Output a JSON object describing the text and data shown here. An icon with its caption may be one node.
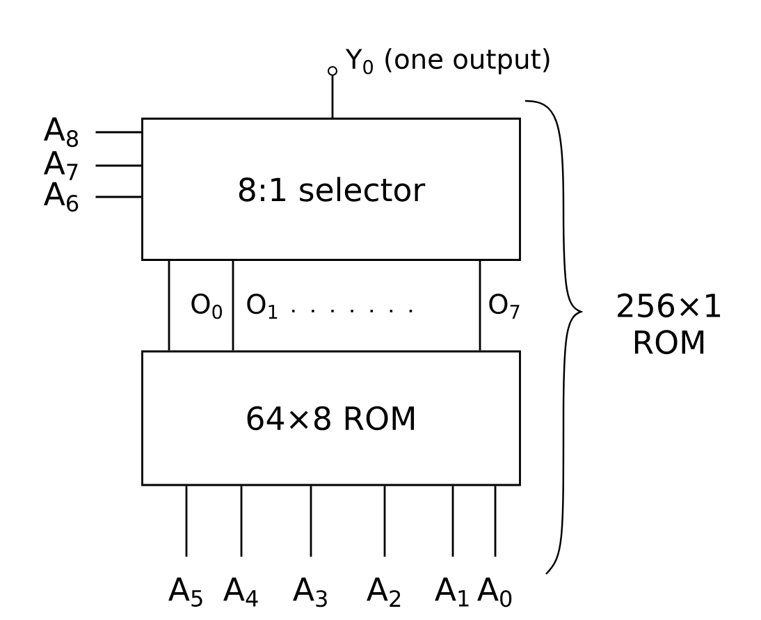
{
  "diagram": {
    "nodes": [
      {
        "text": [
          "8:1 selector"
        ]
      },
      {
        "text": [
          "64×8 ROM"
        ]
      },
      {
        "text": [],
        "shape": "circle",
        "beside": [
          "Y$_{0}$ (one output)"
        ]
      },
      {
        "text": [
          "A$_{8}$"
        ]
      },
      {
        "text": [
          "A$_{7}$"
        ]
      },
      {
        "text": [
          "A$_{6}$"
        ]
      },
      {
        "text": [
          "A$_{5}$"
        ]
      },
      {
        "text": [
          "A$_{4}$"
        ]
      },
      {
        "text": [
          "A$_{3}$"
        ]
      },
      {
        "text": [
          "A$_{2}$"
        ]
      },
      {
        "text": [
          "A$_{1}$"
        ]
      },
      {
        "text": [
          "A$_{0}$"
        ]
      }
    ],
    "edges": [
      {
        "from": 0,
        "to": 2,
        "arrow": "none"
      },
      {
        "from": 3,
        "to": 0,
        "arrow": "none"
      },
      {
        "from": 4,
        "to": 0,
        "arrow": "none"
      },
      {
        "from": 5,
        "to": 0,
        "arrow": "none"
      },
      {
        "from": 1,
        "to": 0,
        "arrow": "none",
        "label": "O$_{0}$"
      },
      {
        "from": 1,
        "to": 0,
        "arrow": "none",
        "label": "O$_{1}$"
      },
      {
        "from": 1,
        "to": 0,
        "arrow": "none",
        "label": "O$_{7}$"
      },
      {
        "from": 6,
        "to": 1,
        "arrow": "none"
      },
      {
        "from": 7,
        "to": 1,
        "arrow": "none"
      },
      {
        "from": 8,
        "to": 1,
        "arrow": "none"
      },
      {
        "from": 9,
        "to": 1,
        "arrow": "none"
      },
      {
        "from": 10,
        "to": 1,
        "arrow": "none"
      },
      {
        "from": 11,
        "to": 1,
        "arrow": "none"
      }
    ],
    "labels": [
      "256×1 ROM"
    ]
  }
}
